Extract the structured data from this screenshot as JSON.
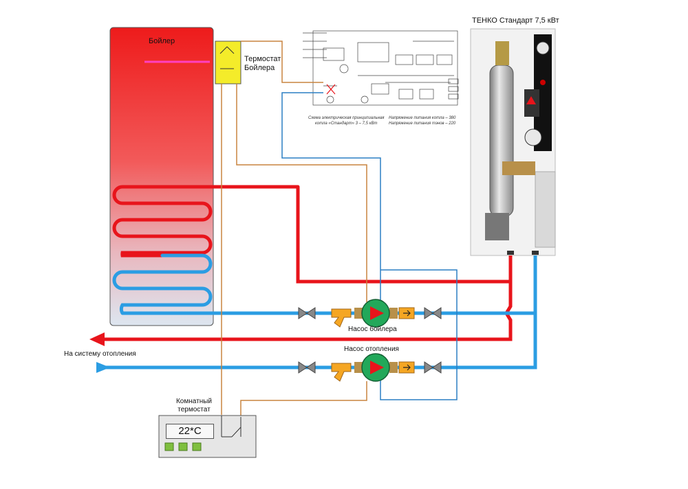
{
  "labels": {
    "tenko_title": "ТЕНКО Стандарт 7,5 кВт",
    "boiler_tank": "Бойлер",
    "boiler_thermostat": "Термостат Бойлера",
    "boiler_pump": "Насос бойлера",
    "heating_pump": "Насос отопления",
    "to_heating_system": "На систему отопления",
    "room_thermostat": "Комнатный термостат",
    "room_temperature": "22*C"
  },
  "schematic": {
    "caption_left": "Схема электрическая принципиальная\nкотла «Стандарт» 3 – 7,5 кВт",
    "caption_right": "Напряжение питания котла – 380\nНапряжение питания тэнов – 220"
  },
  "colors": {
    "supply": "#e8141b",
    "return": "#2b9de3",
    "signal_wire": "#c8843f",
    "control_wire": "#2a7fc4",
    "pump_body": "#22a85a",
    "valve_handle": "#f5a623",
    "thermostat_yellow": "#f4ec2a",
    "tank_gradient_top": "#ee1b1b",
    "tank_gradient_bottom": "#dfe6ef"
  },
  "icons": [
    "boiler-tank",
    "thermostat-icon",
    "pump-icon",
    "ball-valve-icon",
    "strainer-icon",
    "check-valve-icon",
    "electric-boiler-icon",
    "flow-arrow-icon"
  ]
}
